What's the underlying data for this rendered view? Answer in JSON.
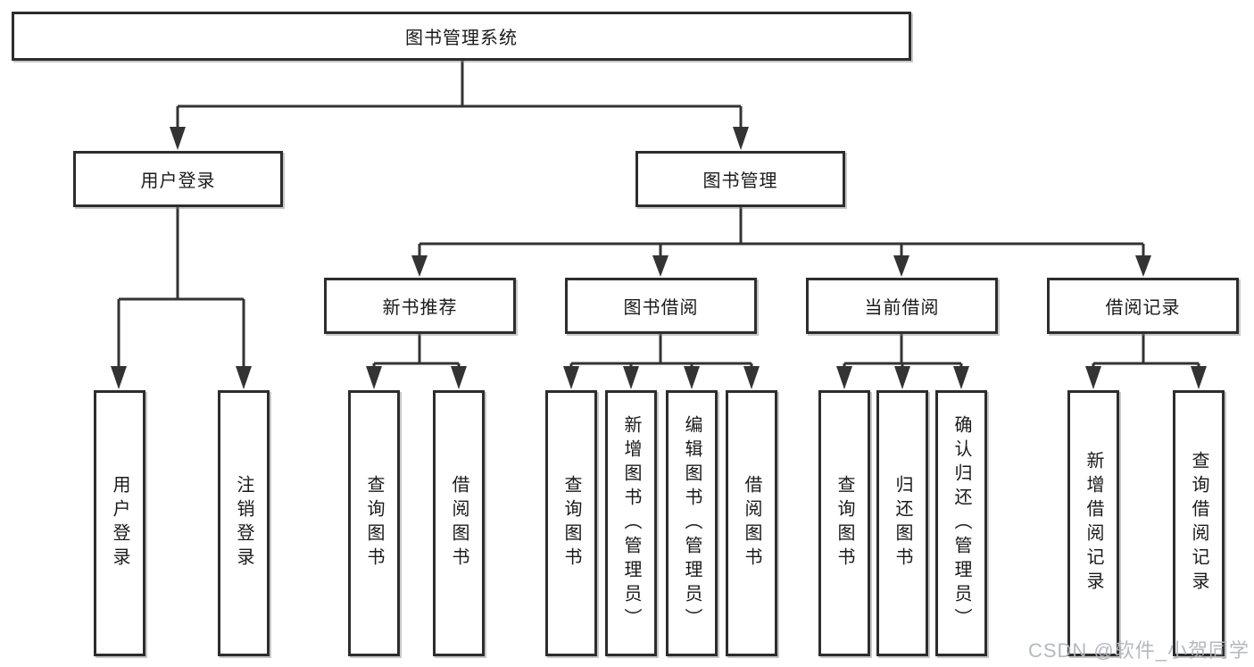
{
  "tree": {
    "root": {
      "label": "图书管理系统"
    },
    "level2": [
      {
        "label": "用户登录",
        "leaves": [
          "用户登录",
          "注销登录"
        ]
      },
      {
        "label": "图书管理"
      }
    ],
    "level3": [
      {
        "label": "新书推荐",
        "leaves": [
          "查询图书",
          "借阅图书"
        ]
      },
      {
        "label": "图书借阅",
        "leaves": [
          "查询图书",
          "新增图书（管理员）",
          "编辑图书（管理员）",
          "借阅图书"
        ]
      },
      {
        "label": "当前借阅",
        "leaves": [
          "查询图书",
          "归还图书",
          "确认归还（管理员）"
        ]
      },
      {
        "label": "借阅记录",
        "leaves": [
          "新增借阅记录",
          "查询借阅记录"
        ]
      }
    ]
  },
  "watermark": {
    "text": "CSDN @软件_小贺同学"
  },
  "colors": {
    "line": "#333333",
    "box_border": "#2d2d2d",
    "text": "#1a1a1a",
    "background": "#ffffff",
    "watermark": "#b0b5bc"
  }
}
